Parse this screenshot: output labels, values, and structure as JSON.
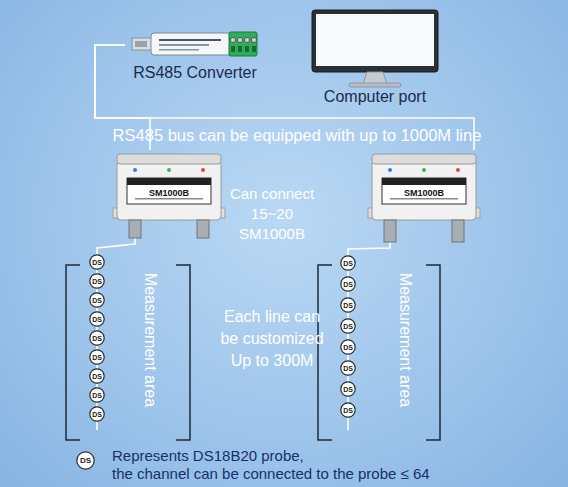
{
  "diagram": {
    "nodes": [
      {
        "text": [
          "RS485 Converter"
        ]
      },
      {
        "text": [
          "Computer port"
        ]
      },
      {
        "text": [
          "SM1000B"
        ]
      },
      {
        "text": [
          "SM1000B"
        ]
      },
      {
        "text": [
          "DS"
        ]
      },
      {
        "text": [
          "DS"
        ]
      },
      {
        "text": [
          "DS"
        ]
      },
      {
        "text": [
          "DS"
        ]
      },
      {
        "text": [
          "DS"
        ]
      },
      {
        "text": [
          "DS"
        ]
      },
      {
        "text": [
          "DS"
        ]
      },
      {
        "text": [
          "DS"
        ]
      },
      {
        "text": [
          "DS"
        ]
      },
      {
        "text": [
          "DS"
        ]
      },
      {
        "text": [
          "DS"
        ]
      },
      {
        "text": [
          "DS"
        ]
      },
      {
        "text": [
          "DS"
        ]
      },
      {
        "text": [
          "DS"
        ]
      },
      {
        "text": [
          "DS"
        ]
      },
      {
        "text": [
          "DS"
        ]
      },
      {
        "text": [
          "DS"
        ]
      },
      {
        "text": [
          "DS"
        ]
      }
    ],
    "edges": [
      {
        "from": 0,
        "to": 2,
        "arrow": "none"
      },
      {
        "from": 0,
        "to": 3,
        "arrow": "none"
      },
      {
        "from": 2,
        "to": 4,
        "arrow": "none"
      },
      {
        "from": 4,
        "to": 5,
        "arrow": "none"
      },
      {
        "from": 5,
        "to": 6,
        "arrow": "none"
      },
      {
        "from": 6,
        "to": 7,
        "arrow": "none"
      },
      {
        "from": 7,
        "to": 8,
        "arrow": "none"
      },
      {
        "from": 8,
        "to": 9,
        "arrow": "none"
      },
      {
        "from": 9,
        "to": 10,
        "arrow": "none"
      },
      {
        "from": 10,
        "to": 11,
        "arrow": "none"
      },
      {
        "from": 11,
        "to": 12,
        "arrow": "none"
      },
      {
        "from": 3,
        "to": 13,
        "arrow": "none"
      },
      {
        "from": 13,
        "to": 14,
        "arrow": "none"
      },
      {
        "from": 14,
        "to": 15,
        "arrow": "none"
      },
      {
        "from": 15,
        "to": 16,
        "arrow": "none"
      },
      {
        "from": 16,
        "to": 17,
        "arrow": "none"
      },
      {
        "from": 17,
        "to": 18,
        "arrow": "none"
      },
      {
        "from": 18,
        "to": 19,
        "arrow": "none"
      },
      {
        "from": 19,
        "to": 20,
        "arrow": "none"
      }
    ],
    "labels": [
      "RS485 bus can be equipped with up to 1000M line",
      "Can connect 15~20 SM1000B",
      "Measurement area",
      "Each line can be customized Up to 300M",
      "Measurement area"
    ],
    "legend": [
      {
        "text": "Represents DS18B20 probe,"
      },
      {
        "text": "the channel can be connected to the probe ≤ 64"
      }
    ]
  }
}
